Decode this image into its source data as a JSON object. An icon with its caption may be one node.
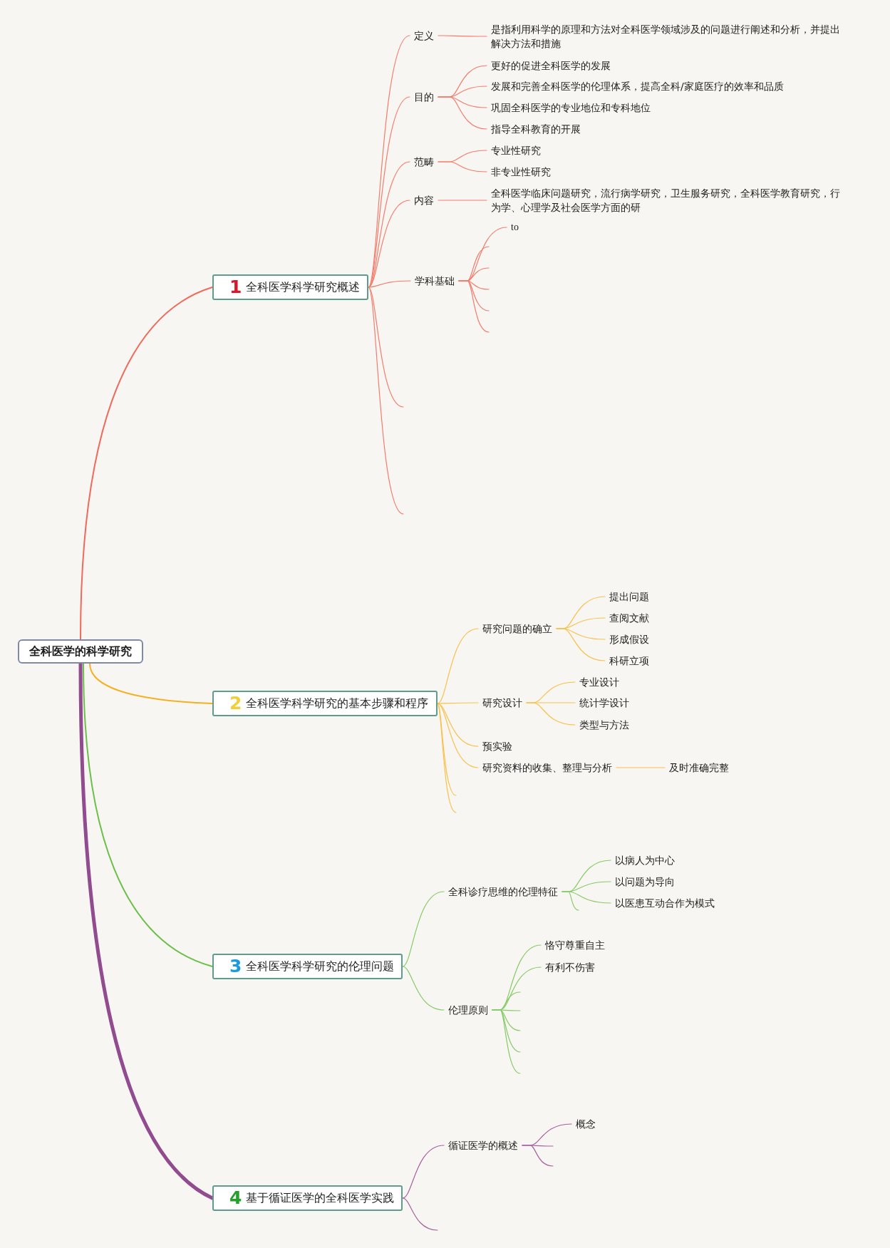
{
  "diagram": {
    "nodes": [
      {
        "text": [
          "全科医学的科学研究"
        ]
      },
      {
        "text": [
          "1",
          "全科医学科学研究概述"
        ]
      },
      {
        "text": [
          "定义"
        ]
      },
      {
        "text": [
          "是指利用科学的原理和方法对全科医学领域涉及的问题进行阐述和分析，并提出解决方法和措施"
        ]
      },
      {
        "text": [
          "目的"
        ]
      },
      {
        "text": [
          "更好的促进全科医学的发展"
        ]
      },
      {
        "text": [
          "发展和完善全科医学的伦理体系，提高全科/家庭医疗的效率和品质"
        ]
      },
      {
        "text": [
          "巩固全科医学的专业地位和专科地位"
        ]
      },
      {
        "text": [
          "指导全科教育的开展"
        ]
      },
      {
        "text": [
          "范畴"
        ]
      },
      {
        "text": [
          "专业性研究"
        ]
      },
      {
        "text": [
          "非专业性研究"
        ]
      },
      {
        "text": [
          "内容"
        ]
      },
      {
        "text": [
          "全科医学临床问题研究，流行病学研究，卫生服务研究，全科医学教育研究，行为学、心理学及社会医学方面的研"
        ]
      },
      {
        "text": [
          "学科基础"
        ]
      },
      {
        "text": [
          "to"
        ]
      },
      {
        "text": [
          "2",
          "全科医学科学研究的基本步骤和程序"
        ]
      },
      {
        "text": [
          "研究问题的确立"
        ]
      },
      {
        "text": [
          "提出问题"
        ]
      },
      {
        "text": [
          "查阅文献"
        ]
      },
      {
        "text": [
          "形成假设"
        ]
      },
      {
        "text": [
          "科研立项"
        ]
      },
      {
        "text": [
          "研究设计"
        ]
      },
      {
        "text": [
          "专业设计"
        ]
      },
      {
        "text": [
          "统计学设计"
        ]
      },
      {
        "text": [
          "类型与方法"
        ]
      },
      {
        "text": [
          "预实验"
        ]
      },
      {
        "text": [
          "研究资料的收集、整理与分析"
        ]
      },
      {
        "text": [
          "及时准确完整"
        ]
      },
      {
        "text": [
          "3",
          "全科医学科学研究的伦理问题"
        ]
      },
      {
        "text": [
          "全科诊疗思维的伦理特征"
        ]
      },
      {
        "text": [
          "以病人为中心"
        ]
      },
      {
        "text": [
          "以问题为导向"
        ]
      },
      {
        "text": [
          "以医患互动合作为模式"
        ]
      },
      {
        "text": [
          "伦理原则"
        ]
      },
      {
        "text": [
          "恪守尊重自主"
        ]
      },
      {
        "text": [
          "有利不伤害"
        ]
      },
      {
        "text": [
          "4",
          "基于循证医学的全科医学实践"
        ]
      },
      {
        "text": [
          "循证医学的概述"
        ]
      },
      {
        "text": [
          "概念"
        ]
      }
    ],
    "edges": [
      {
        "from": 0,
        "to": 1,
        "arrow": "none",
        "color": "#f0695a"
      },
      {
        "from": 0,
        "to": 16,
        "arrow": "none",
        "color": "#f4b01e"
      },
      {
        "from": 0,
        "to": 29,
        "arrow": "none",
        "color": "#6cbf49"
      },
      {
        "from": 0,
        "to": 37,
        "arrow": "none",
        "style": "thick",
        "color": "#914b8f"
      },
      {
        "from": 1,
        "to": 2,
        "arrow": "none",
        "color": "#f47c6c"
      },
      {
        "from": 2,
        "to": 3,
        "arrow": "none",
        "color": "#f47c6c"
      },
      {
        "from": 1,
        "to": 4,
        "arrow": "none",
        "color": "#f47c6c"
      },
      {
        "from": 4,
        "to": 5,
        "arrow": "none",
        "color": "#f47c6c"
      },
      {
        "from": 4,
        "to": 6,
        "arrow": "none",
        "color": "#f47c6c"
      },
      {
        "from": 4,
        "to": 7,
        "arrow": "none",
        "color": "#f47c6c"
      },
      {
        "from": 4,
        "to": 8,
        "arrow": "none",
        "color": "#f47c6c"
      },
      {
        "from": 1,
        "to": 9,
        "arrow": "none",
        "color": "#f47c6c"
      },
      {
        "from": 9,
        "to": 10,
        "arrow": "none",
        "color": "#f47c6c"
      },
      {
        "from": 9,
        "to": 11,
        "arrow": "none",
        "color": "#f47c6c"
      },
      {
        "from": 1,
        "to": 12,
        "arrow": "none",
        "color": "#f47c6c"
      },
      {
        "from": 12,
        "to": 13,
        "arrow": "none",
        "color": "#f47c6c"
      },
      {
        "from": 1,
        "to": 14,
        "arrow": "none",
        "color": "#f47c6c"
      },
      {
        "from": 14,
        "to": 15,
        "arrow": "none",
        "color": "#f47c6c"
      },
      {
        "from": 14,
        "to": null,
        "arrow": "none",
        "color": "#f47c6c"
      },
      {
        "from": 14,
        "to": null,
        "arrow": "none",
        "color": "#f47c6c"
      },
      {
        "from": 14,
        "to": null,
        "arrow": "none",
        "color": "#f47c6c"
      },
      {
        "from": 14,
        "to": null,
        "arrow": "none",
        "color": "#f47c6c"
      },
      {
        "from": 14,
        "to": null,
        "arrow": "none",
        "color": "#f47c6c"
      },
      {
        "from": 1,
        "to": null,
        "arrow": "none",
        "color": "#f47c6c"
      },
      {
        "from": 1,
        "to": null,
        "arrow": "none",
        "color": "#f47c6c"
      },
      {
        "from": 16,
        "to": 17,
        "arrow": "none",
        "color": "#f9c04a"
      },
      {
        "from": 17,
        "to": 18,
        "arrow": "none",
        "color": "#f9c04a"
      },
      {
        "from": 17,
        "to": 19,
        "arrow": "none",
        "color": "#f9c04a"
      },
      {
        "from": 17,
        "to": 20,
        "arrow": "none",
        "color": "#f9c04a"
      },
      {
        "from": 17,
        "to": 21,
        "arrow": "none",
        "color": "#f9c04a"
      },
      {
        "from": 16,
        "to": 22,
        "arrow": "none",
        "color": "#f9c04a"
      },
      {
        "from": 22,
        "to": 23,
        "arrow": "none",
        "color": "#f9c04a"
      },
      {
        "from": 22,
        "to": 24,
        "arrow": "none",
        "color": "#f9c04a"
      },
      {
        "from": 22,
        "to": 25,
        "arrow": "none",
        "color": "#f9c04a"
      },
      {
        "from": 16,
        "to": 26,
        "arrow": "none",
        "color": "#f9c04a"
      },
      {
        "from": 16,
        "to": 27,
        "arrow": "none",
        "color": "#f9c04a"
      },
      {
        "from": 27,
        "to": 28,
        "arrow": "none",
        "color": "#f9c04a"
      },
      {
        "from": 16,
        "to": null,
        "arrow": "none",
        "color": "#f9c04a"
      },
      {
        "from": 16,
        "to": null,
        "arrow": "none",
        "color": "#f9c04a"
      },
      {
        "from": 29,
        "to": 30,
        "arrow": "none",
        "color": "#86cb66"
      },
      {
        "from": 30,
        "to": 31,
        "arrow": "none",
        "color": "#86cb66"
      },
      {
        "from": 30,
        "to": 32,
        "arrow": "none",
        "color": "#86cb66"
      },
      {
        "from": 30,
        "to": 33,
        "arrow": "none",
        "color": "#86cb66"
      },
      {
        "from": 30,
        "to": null,
        "arrow": "none",
        "color": "#86cb66"
      },
      {
        "from": 29,
        "to": 34,
        "arrow": "none",
        "color": "#86cb66"
      },
      {
        "from": 34,
        "to": 35,
        "arrow": "none",
        "color": "#86cb66"
      },
      {
        "from": 34,
        "to": 36,
        "arrow": "none",
        "color": "#86cb66"
      },
      {
        "from": 34,
        "to": null,
        "arrow": "none",
        "color": "#86cb66"
      },
      {
        "from": 34,
        "to": null,
        "arrow": "none",
        "color": "#86cb66"
      },
      {
        "from": 34,
        "to": null,
        "arrow": "none",
        "color": "#86cb66"
      },
      {
        "from": 34,
        "to": null,
        "arrow": "none",
        "color": "#86cb66"
      },
      {
        "from": 34,
        "to": null,
        "arrow": "none",
        "color": "#86cb66"
      },
      {
        "from": 37,
        "to": 38,
        "arrow": "none",
        "color": "#a5629f"
      },
      {
        "from": 38,
        "to": 39,
        "arrow": "none",
        "color": "#a5629f"
      },
      {
        "from": 38,
        "to": null,
        "arrow": "none",
        "color": "#a5629f"
      },
      {
        "from": 38,
        "to": null,
        "arrow": "none",
        "color": "#a5629f"
      },
      {
        "from": 37,
        "to": null,
        "arrow": "none",
        "color": "#a5629f"
      }
    ]
  }
}
